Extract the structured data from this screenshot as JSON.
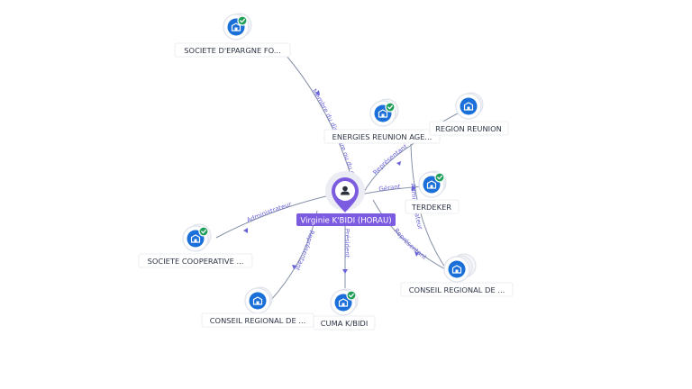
{
  "center": {
    "name": "Virginie K'BIDI (HORAU)",
    "icon": "person-icon",
    "color": "#7b5ce0"
  },
  "nodes": [
    {
      "id": "n1",
      "name": "SOCIETE D'EPARGNE FO...",
      "icon": "building-icon",
      "verified": true
    },
    {
      "id": "n2",
      "name": "ENERGIES REUNION AGE...",
      "icon": "building-icon",
      "verified": true
    },
    {
      "id": "n3",
      "name": "REGION REUNION",
      "icon": "building-icon",
      "verified": false
    },
    {
      "id": "n4",
      "name": "TERDEKER",
      "icon": "building-icon",
      "verified": true
    },
    {
      "id": "n5",
      "name": "SOCIETE COOPERATIVE ...",
      "icon": "building-icon",
      "verified": true
    },
    {
      "id": "n6",
      "name": "CONSEIL REGIONAL DE ...",
      "icon": "building-icon",
      "verified": false
    },
    {
      "id": "n7",
      "name": "CUMA K/BIDI",
      "icon": "building-icon",
      "verified": true
    },
    {
      "id": "n8",
      "name": "CONSEIL REGIONAL DE ...",
      "icon": "building-icon",
      "verified": false
    }
  ],
  "edges": [
    {
      "to": "n1",
      "label": "Membre du directoire ou du conseil de surveillance"
    },
    {
      "to": "n2",
      "label": "Représentant"
    },
    {
      "to": "n4",
      "label": "Gérant"
    },
    {
      "to": "n8",
      "label": "Administrateur"
    },
    {
      "to": "n8",
      "label": "Représentant"
    },
    {
      "to": "n5",
      "label": "Administrateur"
    },
    {
      "to": "n6",
      "label": "Représentant"
    },
    {
      "to": "n7",
      "label": "Président"
    }
  ],
  "colors": {
    "node": "#1a6fd8",
    "verified": "#1fa05a",
    "edge_label": "#6a63d8"
  }
}
